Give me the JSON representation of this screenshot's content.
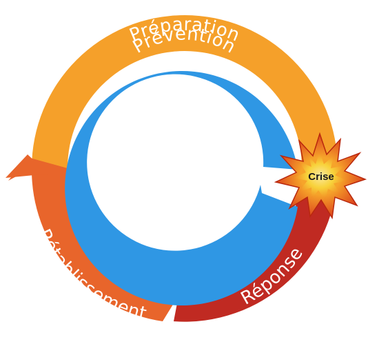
{
  "diagram": {
    "phases": {
      "preparation": "Préparation",
      "prevention": "Prévention",
      "reponse": "Réponse",
      "retablissement": "Rétablissement"
    },
    "event": "Crise"
  },
  "colors": {
    "preparation": "#F5A02A",
    "prevention": "#2F97E4",
    "reponse": "#C02A22",
    "retablissement": "#E8652B",
    "burst_outer": "#F04A14",
    "burst_inner": "#F8D23A"
  }
}
